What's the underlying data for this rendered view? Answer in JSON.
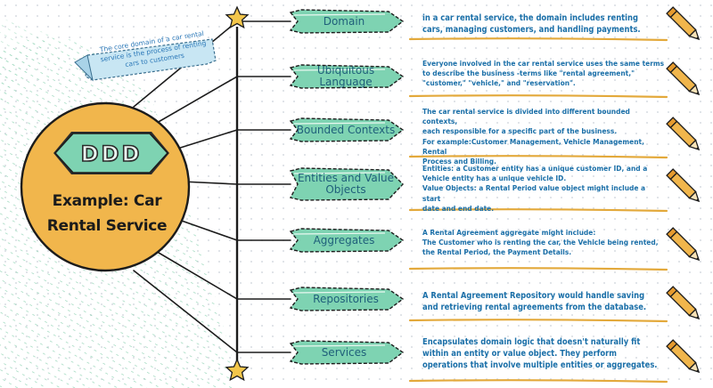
{
  "hub": {
    "badge": "DDD",
    "title_line1": "Example: Car",
    "title_line2": "Rental Service",
    "banner_line1": "The core domain of a car rental",
    "banner_line2": "service is the process of renting",
    "banner_line3": "cars to customers"
  },
  "concepts": [
    {
      "label": "Domain",
      "description": [
        "in a car rental service, the domain includes renting",
        "cars, managing customers, and handling payments."
      ]
    },
    {
      "label": "Ubiquitous Language",
      "description": [
        "Everyone involved in the car rental service uses the same terms",
        "to describe the business -terms like \"rental agreement,\"",
        "\"customer,\" \"vehicle,\" and \"reservation\"."
      ]
    },
    {
      "label": "Bounded Contexts",
      "description": [
        "The car rental service is divided into different bounded contexts,",
        "each responsible for a specific part of the business.",
        "For example:Customer Management, Vehicle Management, Rental",
        "Process and Billing."
      ]
    },
    {
      "label_line1": "Entities and Value",
      "label_line2": "Objects",
      "description": [
        "Entities: a Customer entity has a unique customer ID, and a",
        "Vehicle entity has a unique vehicle ID.",
        "Value Objects: a Rental Period value object might include a start",
        "date and end date."
      ]
    },
    {
      "label": "Aggregates",
      "description": [
        "A Rental Agreement aggregate might include:",
        "The Customer who is renting the car, the Vehicle being rented,",
        "the Rental Period, the Payment Details."
      ]
    },
    {
      "label": "Repositories",
      "description": [
        "A Rental Agreement Repository would handle saving",
        "and retrieving rental agreements from the database."
      ]
    },
    {
      "label": "Services",
      "description": [
        "Encapsulates domain logic that doesn't naturally fit",
        "within an entity or value object. They perform",
        "operations that involve multiple entities or aggregates."
      ]
    }
  ],
  "colors": {
    "hub_fill": "#f1b64c",
    "tag_fill": "#7ed3b2",
    "banner_fill": "#c8e6f3",
    "text_blue": "#1a6fa8",
    "underline": "#e3a93b",
    "star": "#f3c64a",
    "hatch": "#7ec8a8"
  },
  "icons": [
    "star-icon",
    "pencil-icon",
    "hexagon-badge"
  ]
}
